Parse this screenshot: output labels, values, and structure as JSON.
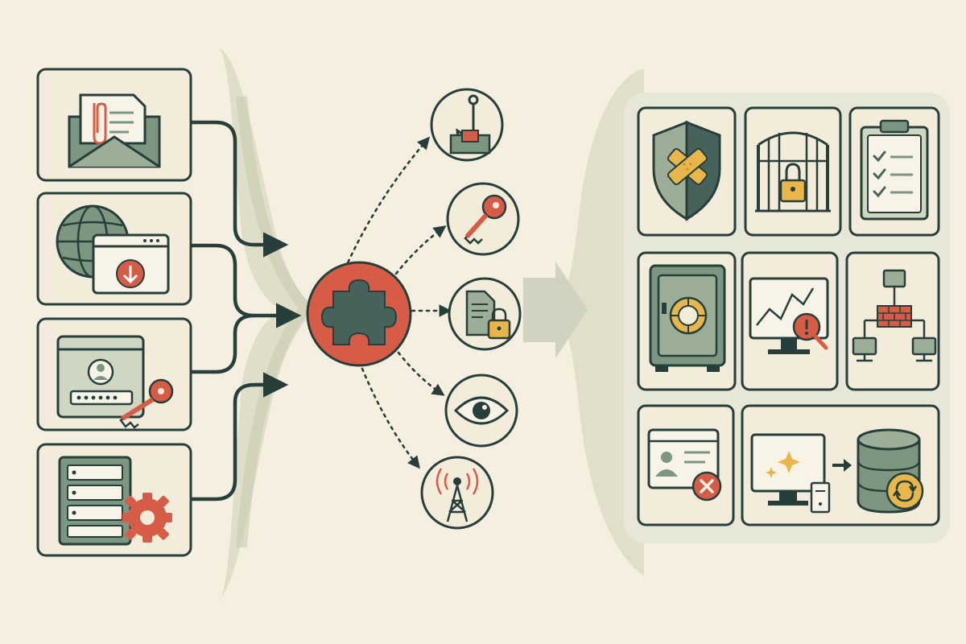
{
  "colors": {
    "background": "#f5efdf",
    "card_fill": "#f3ecda",
    "outline": "#263f3b",
    "accent_red": "#d65c47",
    "sage": "#7d9680",
    "sage_light": "#cfd6c2",
    "panel": "#e6e7d6",
    "yellow": "#e9b64c",
    "paper": "#f7f3e7"
  },
  "diagram": {
    "inputs": [
      {
        "name": "email-attachment",
        "icon": "envelope-attachment-icon"
      },
      {
        "name": "web-download",
        "icon": "globe-download-icon"
      },
      {
        "name": "stolen-credentials",
        "icon": "login-key-icon"
      },
      {
        "name": "server-misconfiguration",
        "icon": "server-gear-icon"
      }
    ],
    "hub": {
      "name": "central-exploit",
      "icon": "puzzle-piece-icon"
    },
    "threats": [
      {
        "name": "phishing",
        "icon": "fishhook-icon"
      },
      {
        "name": "credential-theft",
        "icon": "key-icon"
      },
      {
        "name": "data-encryption",
        "icon": "locked-document-icon"
      },
      {
        "name": "surveillance",
        "icon": "eye-icon"
      },
      {
        "name": "network-broadcast",
        "icon": "radio-tower-icon"
      }
    ],
    "defenses": [
      {
        "name": "patching",
        "icon": "shield-patch-icon"
      },
      {
        "name": "access-control",
        "icon": "gate-lock-icon"
      },
      {
        "name": "policy-checklist",
        "icon": "clipboard-checklist-icon"
      },
      {
        "name": "secure-storage",
        "icon": "safe-vault-icon"
      },
      {
        "name": "monitoring",
        "icon": "monitor-alert-icon"
      },
      {
        "name": "firewall",
        "icon": "network-firewall-icon"
      },
      {
        "name": "identity-revocation",
        "icon": "id-card-revoke-icon"
      },
      {
        "name": "backup-restore",
        "icon": "database-backup-icon"
      }
    ]
  }
}
